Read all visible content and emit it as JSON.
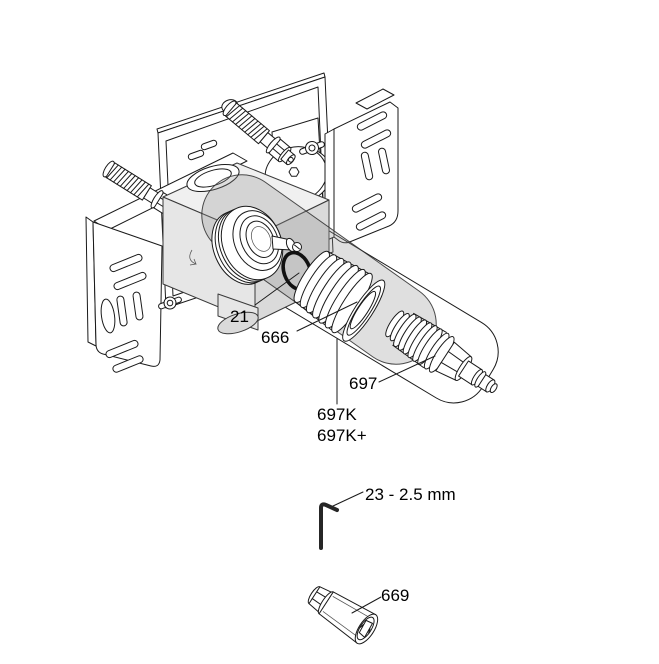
{
  "page": {
    "background": "#ffffff"
  },
  "diagram": {
    "stroke_color": "#1a1a1a",
    "ghost_fill": "#e6e6e6",
    "band_fill": "#969696",
    "labels": {
      "oring": "21",
      "cartridge": "666",
      "extension": "697",
      "kit": "697K",
      "kit_plus": "697K+",
      "hex_key": "23 - 2.5 mm",
      "socket": "669"
    }
  }
}
